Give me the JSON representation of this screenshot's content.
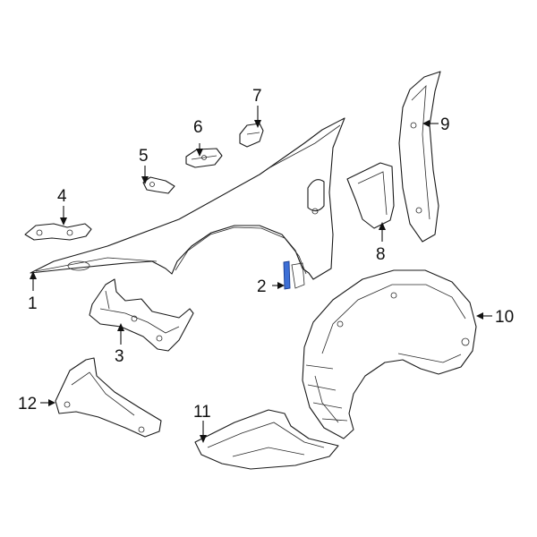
{
  "diagram": {
    "callouts": [
      {
        "id": "1",
        "label": "1"
      },
      {
        "id": "2",
        "label": "2"
      },
      {
        "id": "3",
        "label": "3"
      },
      {
        "id": "4",
        "label": "4"
      },
      {
        "id": "5",
        "label": "5"
      },
      {
        "id": "6",
        "label": "6"
      },
      {
        "id": "7",
        "label": "7"
      },
      {
        "id": "8",
        "label": "8"
      },
      {
        "id": "9",
        "label": "9"
      },
      {
        "id": "10",
        "label": "10"
      },
      {
        "id": "11",
        "label": "11"
      },
      {
        "id": "12",
        "label": "12"
      }
    ],
    "highlight_color": "#3d6fd6"
  }
}
